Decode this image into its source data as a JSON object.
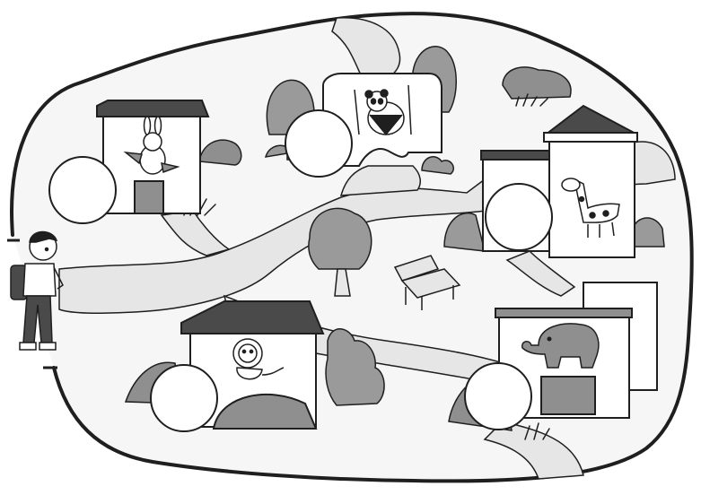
{
  "scene": {
    "kind": "zoo-map-worksheet",
    "palette": {
      "ink": "#1f1f1f",
      "path": "#e6e6e6",
      "grass": "#f6f6f6",
      "roof": "#4a4a4a",
      "wall": "#ffffff",
      "rock": "#8f8f8f",
      "foliage": "#9a9a9a",
      "trunk": "#e8e8e8"
    }
  },
  "enclosures": [
    {
      "animal": "rabbit",
      "answer_circle": ""
    },
    {
      "animal": "panda",
      "answer_circle": ""
    },
    {
      "animal": "giraffe",
      "answer_circle": ""
    },
    {
      "animal": "lion",
      "answer_circle": ""
    },
    {
      "animal": "elephant",
      "answer_circle": ""
    }
  ],
  "character": {
    "type": "boy-with-backpack",
    "position": "entrance-left"
  },
  "decorations": [
    "bench",
    "trees",
    "rocks",
    "bushes",
    "grass-tufts"
  ]
}
